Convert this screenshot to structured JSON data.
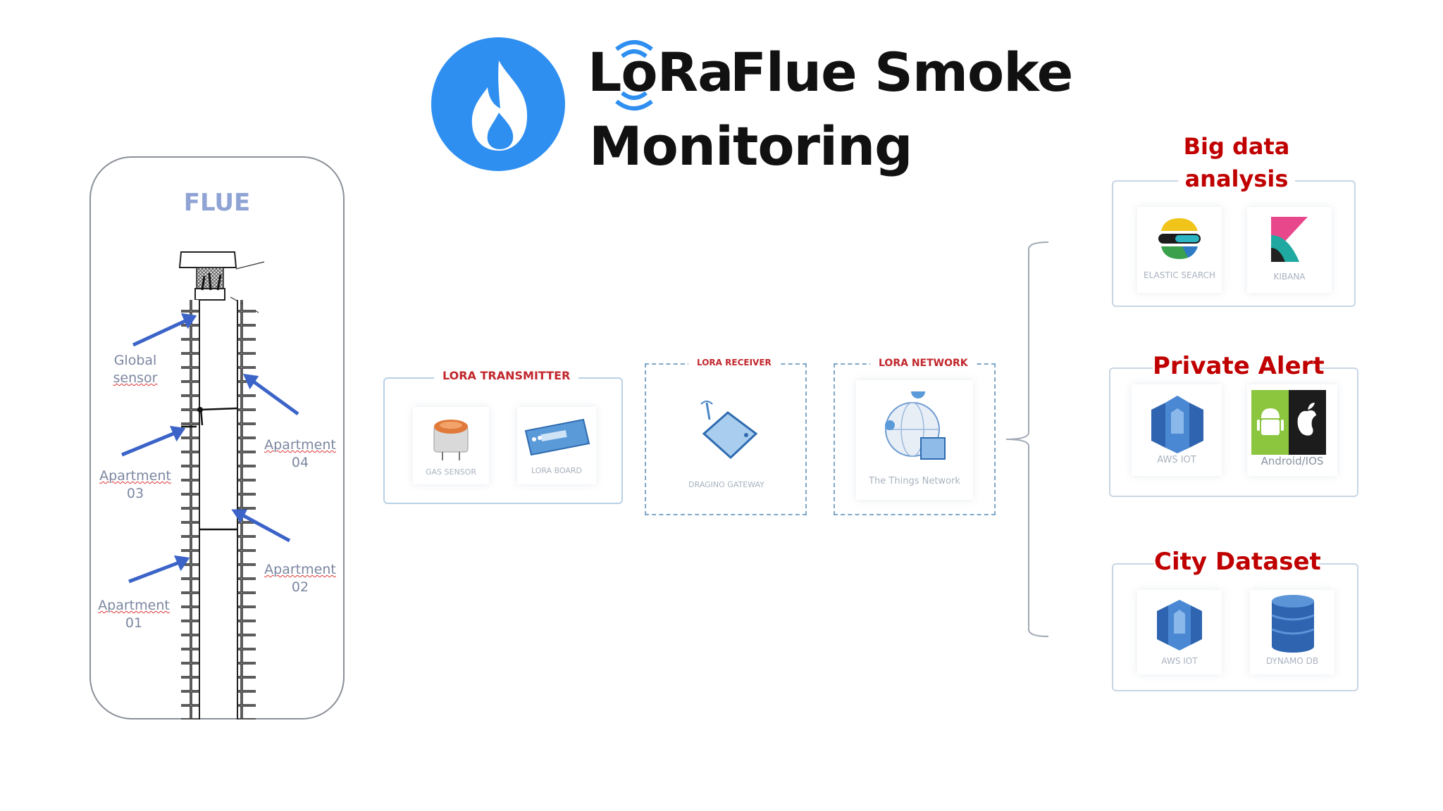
{
  "header": {
    "title_line1_brand": "LoRa",
    "title_line1_rest": "Flue Smoke",
    "title_line2": "Monitoring"
  },
  "flue": {
    "title": "FLUE",
    "labels": {
      "global_sensor": [
        "Global",
        "sensor"
      ],
      "apartment_04": [
        "Apartment",
        "04"
      ],
      "apartment_03": [
        "Apartment",
        "03"
      ],
      "apartment_02": [
        "Apartment",
        "02"
      ],
      "apartment_01": [
        "Apartment",
        "01"
      ]
    }
  },
  "pipeline": {
    "transmitter": {
      "title": "LORA TRANSMITTER",
      "items": [
        "GAS SENSOR",
        "LORA BOARD"
      ]
    },
    "receiver": {
      "title": "LORA RECEIVER",
      "item": "DRAGINO GATEWAY"
    },
    "network": {
      "title": "LORA NETWORK",
      "item": "The Things Network"
    }
  },
  "outputs": {
    "big_data": {
      "title": [
        "Big data",
        "analysis"
      ],
      "items": [
        "ELASTIC SEARCH",
        "KIBANA"
      ]
    },
    "private_alert": {
      "title": "Private Alert",
      "items": [
        "AWS IOT",
        "Android/IOS"
      ]
    },
    "city_dataset": {
      "title": "City Dataset",
      "items": [
        "AWS IOT",
        "DYNAMO DB"
      ]
    }
  },
  "colors": {
    "accent_red": "#c00000",
    "logo_blue": "#2f8ff0",
    "aws_blue": "#3b77c8",
    "flue_label": "#8fa4d4"
  }
}
